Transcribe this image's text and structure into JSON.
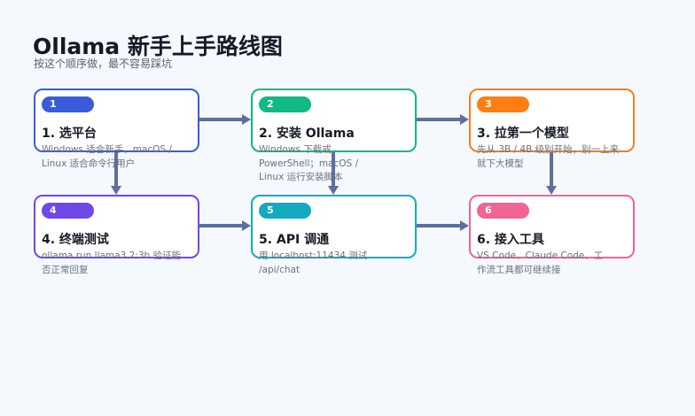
{
  "header": {
    "title": "Ollama 新手上手路线图",
    "subtitle": "按这个顺序做，最不容易踩坑"
  },
  "steps": [
    {
      "badge": "1",
      "title": "1. 选平台",
      "desc": "Windows 适合新手，macOS / Linux 适合命令行用户",
      "color": "#3b5bdb"
    },
    {
      "badge": "2",
      "title": "2. 安装 Ollama",
      "desc": "Windows 下载或 PowerShell；macOS / Linux 运行安装脚本",
      "color": "#12b886"
    },
    {
      "badge": "3",
      "title": "3. 拉第一个模型",
      "desc": "先从 3B / 4B 级别开始，别一上来就下大模型",
      "color": "#fd7e14"
    },
    {
      "badge": "4",
      "title": "4. 终端测试",
      "desc": "ollama run llama3.2:3b 验证能否正常回复",
      "color": "#7048e8"
    },
    {
      "badge": "5",
      "title": "5. API 调通",
      "desc": "用 localhost:11434 测试 /api/chat",
      "color": "#15aabf"
    },
    {
      "badge": "6",
      "title": "6. 接入工具",
      "desc": "VS Code、Claude Code、工作流工具都可继续接",
      "color": "#f06595"
    }
  ],
  "arrow_color": "#5c6f9e"
}
